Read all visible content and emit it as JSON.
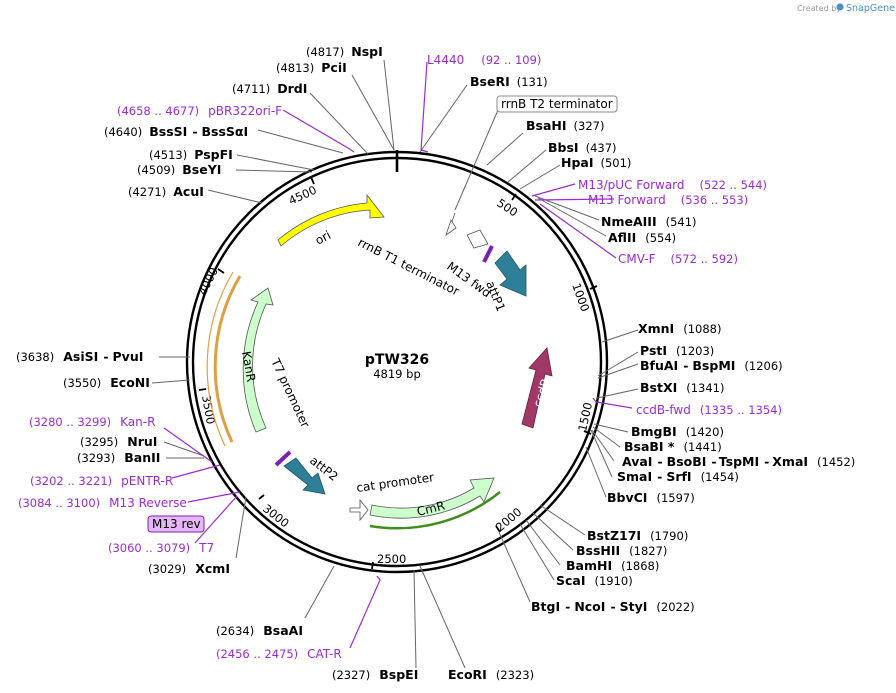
{
  "header": {
    "credit": "Created by",
    "brand": "SnapGene"
  },
  "plasmid": {
    "name": "pTW326",
    "size": "4819 bp"
  },
  "ticks": [
    "500",
    "1000",
    "1500",
    "2000",
    "2500",
    "3000",
    "3500",
    "4000",
    "4500"
  ],
  "features": {
    "ori": "ori",
    "rrnB_T1": "rrnB T1 terminator",
    "M13_fwd": "M13 fwd",
    "attP1": "attP1",
    "ccdB": "ccdB",
    "CmR": "CmR",
    "cat_promoter": "cat promoter",
    "attP2": "attP2",
    "T7_promoter": "T7 promoter",
    "KanR": "KanR",
    "rrnB_T2": "rrnB T2 terminator",
    "M13_rev": "M13 rev"
  },
  "enzymes": {
    "NspI": {
      "name": "NspI",
      "pos": "(4817)"
    },
    "PciI": {
      "name": "PciI",
      "pos": "(4813)"
    },
    "DrdI": {
      "name": "DrdI",
      "pos": "(4711)"
    },
    "BssSI": {
      "name": "BssSI",
      "name2": "BssSαI",
      "pos": "(4640)"
    },
    "PspFI": {
      "name": "PspFI",
      "pos": "(4513)"
    },
    "BseYI": {
      "name": "BseYI",
      "pos": "(4509)"
    },
    "AcuI": {
      "name": "AcuI",
      "pos": "(4271)"
    },
    "AsiSI": {
      "name": "AsiSI",
      "name2": "PvuI",
      "pos": "(3638)"
    },
    "EcoNI": {
      "name": "EcoNI",
      "pos": "(3550)"
    },
    "NruI": {
      "name": "NruI",
      "pos": "(3295)"
    },
    "BanII": {
      "name": "BanII",
      "pos": "(3293)"
    },
    "XcmI": {
      "name": "XcmI",
      "pos": "(3029)"
    },
    "BsaAI": {
      "name": "BsaAI",
      "pos": "(2634)"
    },
    "BspEI": {
      "name": "BspEI",
      "pos": "(2327)"
    },
    "EcoRI": {
      "name": "EcoRI",
      "pos": "(2323)"
    },
    "BtgI": {
      "name": "BtgI",
      "name2": "NcoI",
      "name3": "StyI",
      "pos": "(2022)"
    },
    "ScaI": {
      "name": "ScaI",
      "pos": "(1910)"
    },
    "BamHI": {
      "name": "BamHI",
      "pos": "(1868)"
    },
    "BssHII": {
      "name": "BssHII",
      "pos": "(1827)"
    },
    "BstZ17I": {
      "name": "BstZ17I",
      "pos": "(1790)"
    },
    "BbvCI": {
      "name": "BbvCI",
      "pos": "(1597)"
    },
    "SmaI": {
      "name": "SmaI",
      "name2": "SrfI",
      "pos": "(1454)"
    },
    "AvaI": {
      "name": "AvaI",
      "name2": "BsoBI",
      "name3": "TspMI",
      "name4": "XmaI",
      "pos": "(1452)"
    },
    "BsaBI": {
      "name": "BsaBI *",
      "pos": "(1441)"
    },
    "BmgBI": {
      "name": "BmgBI",
      "pos": "(1420)"
    },
    "BstXI": {
      "name": "BstXI",
      "pos": "(1341)"
    },
    "BfuAI": {
      "name": "BfuAI",
      "name2": "BspMI",
      "pos": "(1206)"
    },
    "PstI": {
      "name": "PstI",
      "pos": "(1203)"
    },
    "XmnI": {
      "name": "XmnI",
      "pos": "(1088)"
    },
    "AflII": {
      "name": "AflII",
      "pos": "(554)"
    },
    "NmeAIII": {
      "name": "NmeAIII",
      "pos": "(541)"
    },
    "HpaI": {
      "name": "HpaI",
      "pos": "(501)"
    },
    "BbsI": {
      "name": "BbsI",
      "pos": "(437)"
    },
    "BsaHI": {
      "name": "BsaHI",
      "pos": "(327)"
    },
    "BseRI": {
      "name": "BseRI",
      "pos": "(131)"
    }
  },
  "primers": {
    "L4440": {
      "name": "L4440",
      "range": "(92 .. 109)"
    },
    "pBR322ori": {
      "name": "pBR322ori-F",
      "range": "(4658 .. 4677)"
    },
    "M13pUC": {
      "name": "M13/pUC Forward",
      "range": "(522 .. 544)"
    },
    "M13Fwd": {
      "name": "M13 Forward",
      "range": "(536 .. 553)"
    },
    "CMVF": {
      "name": "CMV-F",
      "range": "(572 .. 592)"
    },
    "ccdBfwd": {
      "name": "ccdB-fwd",
      "range": "(1335 .. 1354)"
    },
    "KanR": {
      "name": "Kan-R",
      "range": "(3280 .. 3299)"
    },
    "pENTRR": {
      "name": "pENTR-R",
      "range": "(3202 .. 3221)"
    },
    "M13Rev": {
      "name": "M13 Reverse",
      "range": "(3084 .. 3100)"
    },
    "T7": {
      "name": "T7",
      "range": "(3060 .. 3079)"
    },
    "CATR": {
      "name": "CAT-R",
      "range": "(2456 .. 2475)"
    }
  },
  "colors": {
    "ori": "#ffff00",
    "resistance": "#ccffcc",
    "attP": "#2e7f98",
    "ccdB": "#a23866",
    "primer": "#9b2bd6",
    "primer_box": "#e5b8f5",
    "promoter_hl": "#3e8e1a",
    "kan_hl": "#e0a040"
  }
}
